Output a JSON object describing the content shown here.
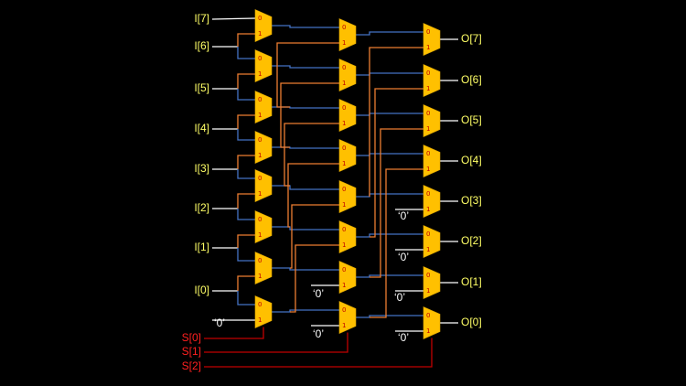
{
  "colors": {
    "background": "#000000",
    "io_label": "#ffff66",
    "select_label": "#ff2020",
    "mux_fill": "#ffc000",
    "mux_pin_label": "#c00000",
    "wire_pass": "#4472c4",
    "wire_shift": "#ed7d31",
    "wire_input": "#ffffff",
    "wire_select": "#c00000"
  },
  "inputs": [
    "I[7]",
    "I[6]",
    "I[5]",
    "I[4]",
    "I[3]",
    "I[2]",
    "I[1]",
    "I[0]"
  ],
  "outputs": [
    "O[7]",
    "O[6]",
    "O[5]",
    "O[4]",
    "O[3]",
    "O[2]",
    "O[1]",
    "O[0]"
  ],
  "selects": [
    "S[0]",
    "S[1]",
    "S[2]"
  ],
  "zero_label": "‘0’",
  "mux_pins": {
    "in0": "0",
    "in1": "1"
  }
}
